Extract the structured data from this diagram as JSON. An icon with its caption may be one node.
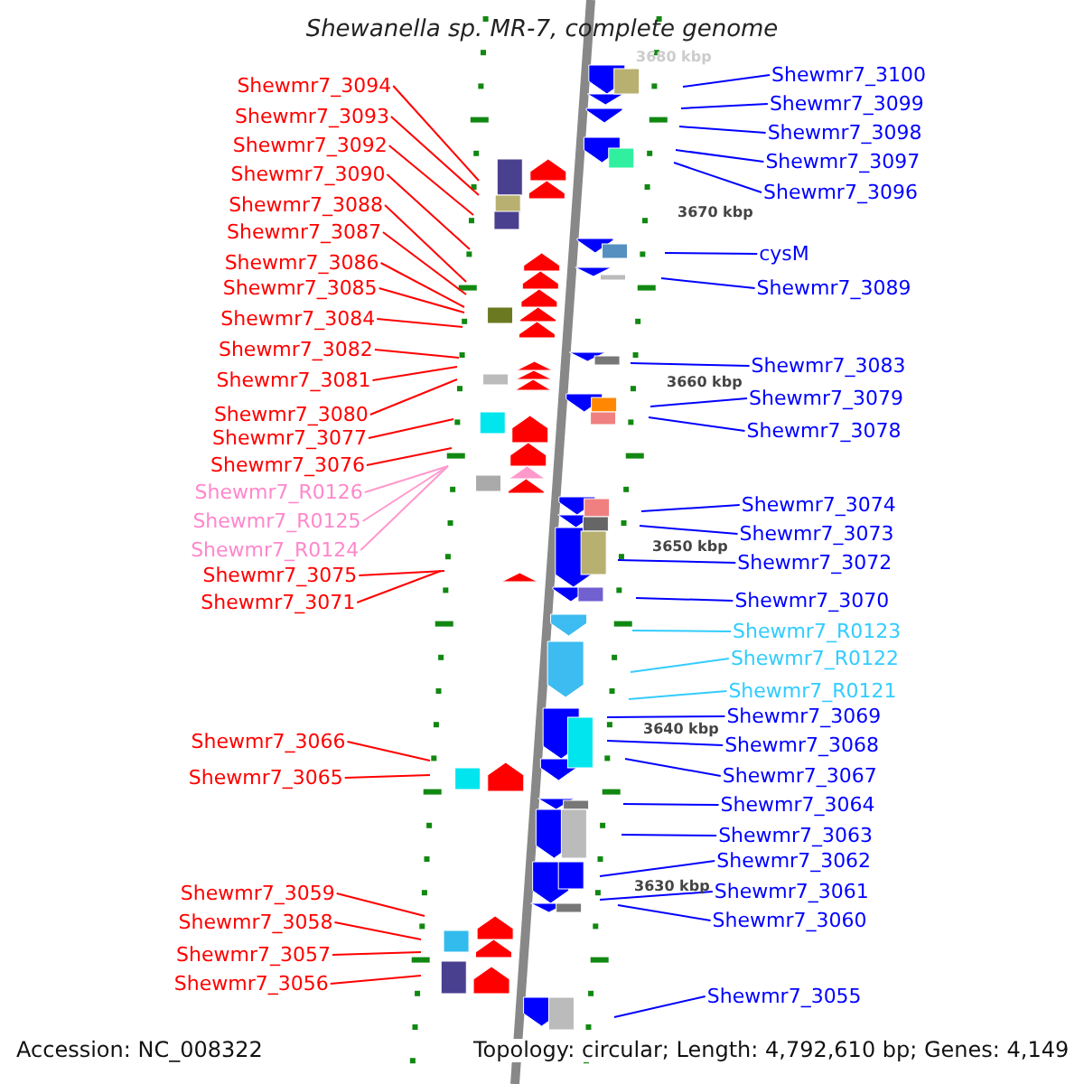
{
  "diagram": {
    "title": "Shewanella sp. MR-7, complete genome",
    "nodes": [
      {
        "text": [
          "Shewmr7_3094"
        ]
      },
      {
        "text": [
          "Shewmr7_3093"
        ]
      },
      {
        "text": [
          "Shewmr7_3092"
        ]
      },
      {
        "text": [
          "Shewmr7_3090"
        ]
      },
      {
        "text": [
          "Shewmr7_3088"
        ]
      },
      {
        "text": [
          "Shewmr7_3087"
        ]
      },
      {
        "text": [
          "Shewmr7_3086"
        ]
      },
      {
        "text": [
          "Shewmr7_3085"
        ]
      },
      {
        "text": [
          "Shewmr7_3084"
        ]
      },
      {
        "text": [
          "Shewmr7_3082"
        ]
      },
      {
        "text": [
          "Shewmr7_3081"
        ]
      },
      {
        "text": [
          "Shewmr7_3080"
        ]
      },
      {
        "text": [
          "Shewmr7_3077"
        ]
      },
      {
        "text": [
          "Shewmr7_3076"
        ]
      },
      {
        "text": [
          "Shewmr7_R0126"
        ]
      },
      {
        "text": [
          "Shewmr7_R0125"
        ]
      },
      {
        "text": [
          "Shewmr7_R0124"
        ]
      },
      {
        "text": [
          "Shewmr7_3075"
        ]
      },
      {
        "text": [
          "Shewmr7_3071"
        ]
      },
      {
        "text": [
          "Shewmr7_3066"
        ]
      },
      {
        "text": [
          "Shewmr7_3065"
        ]
      },
      {
        "text": [
          "Shewmr7_3059"
        ]
      },
      {
        "text": [
          "Shewmr7_3058"
        ]
      },
      {
        "text": [
          "Shewmr7_3057"
        ]
      },
      {
        "text": [
          "Shewmr7_3056"
        ]
      },
      {
        "text": [
          "Shewmr7_3100"
        ]
      },
      {
        "text": [
          "Shewmr7_3099"
        ]
      },
      {
        "text": [
          "Shewmr7_3098"
        ]
      },
      {
        "text": [
          "Shewmr7_3097"
        ]
      },
      {
        "text": [
          "Shewmr7_3096"
        ]
      },
      {
        "text": [
          "cysM"
        ]
      },
      {
        "text": [
          "Shewmr7_3089"
        ]
      },
      {
        "text": [
          "Shewmr7_3083"
        ]
      },
      {
        "text": [
          "Shewmr7_3079"
        ]
      },
      {
        "text": [
          "Shewmr7_3078"
        ]
      },
      {
        "text": [
          "Shewmr7_3074"
        ]
      },
      {
        "text": [
          "Shewmr7_3073"
        ]
      },
      {
        "text": [
          "Shewmr7_3072"
        ]
      },
      {
        "text": [
          "Shewmr7_3070"
        ]
      },
      {
        "text": [
          "Shewmr7_R0123"
        ]
      },
      {
        "text": [
          "Shewmr7_R0122"
        ]
      },
      {
        "text": [
          "Shewmr7_R0121"
        ]
      },
      {
        "text": [
          "Shewmr7_3069"
        ]
      },
      {
        "text": [
          "Shewmr7_3068"
        ]
      },
      {
        "text": [
          "Shewmr7_3067"
        ]
      },
      {
        "text": [
          "Shewmr7_3064"
        ]
      },
      {
        "text": [
          "Shewmr7_3063"
        ]
      },
      {
        "text": [
          "Shewmr7_3062"
        ]
      },
      {
        "text": [
          "Shewmr7_3061"
        ]
      },
      {
        "text": [
          "Shewmr7_3060"
        ]
      },
      {
        "text": [
          "Shewmr7_3055"
        ]
      }
    ],
    "edges": [
      {
        "from": 0,
        "to": null,
        "arrow": "none",
        "color": "#ff0000"
      },
      {
        "from": 1,
        "to": null,
        "arrow": "none",
        "color": "#ff0000"
      },
      {
        "from": 2,
        "to": null,
        "arrow": "none",
        "color": "#ff0000"
      },
      {
        "from": 3,
        "to": null,
        "arrow": "none",
        "color": "#ff0000"
      },
      {
        "from": 4,
        "to": null,
        "arrow": "none",
        "color": "#ff0000"
      },
      {
        "from": 5,
        "to": null,
        "arrow": "none",
        "color": "#ff0000"
      },
      {
        "from": 6,
        "to": null,
        "arrow": "none",
        "color": "#ff0000"
      },
      {
        "from": 7,
        "to": null,
        "arrow": "none",
        "color": "#ff0000"
      },
      {
        "from": 8,
        "to": null,
        "arrow": "none",
        "color": "#ff0000"
      },
      {
        "from": 9,
        "to": null,
        "arrow": "none",
        "color": "#ff0000"
      },
      {
        "from": 10,
        "to": null,
        "arrow": "none",
        "color": "#ff0000"
      },
      {
        "from": 11,
        "to": null,
        "arrow": "none",
        "color": "#ff0000"
      },
      {
        "from": 12,
        "to": null,
        "arrow": "none",
        "color": "#ff0000"
      },
      {
        "from": 13,
        "to": null,
        "arrow": "none",
        "color": "#ff0000"
      },
      {
        "from": 14,
        "to": null,
        "arrow": "none",
        "color": "#ff99cc"
      },
      {
        "from": 15,
        "to": null,
        "arrow": "none",
        "color": "#ff99cc"
      },
      {
        "from": 16,
        "to": null,
        "arrow": "none",
        "color": "#ff99cc"
      },
      {
        "from": 17,
        "to": null,
        "arrow": "none",
        "color": "#ff0000"
      },
      {
        "from": 18,
        "to": null,
        "arrow": "none",
        "color": "#ff0000"
      },
      {
        "from": 19,
        "to": null,
        "arrow": "none",
        "color": "#ff0000"
      },
      {
        "from": 20,
        "to": null,
        "arrow": "none",
        "color": "#ff0000"
      },
      {
        "from": 21,
        "to": null,
        "arrow": "none",
        "color": "#ff0000"
      },
      {
        "from": 22,
        "to": null,
        "arrow": "none",
        "color": "#ff0000"
      },
      {
        "from": 23,
        "to": null,
        "arrow": "none",
        "color": "#ff0000"
      },
      {
        "from": 24,
        "to": null,
        "arrow": "none",
        "color": "#ff0000"
      },
      {
        "from": 25,
        "to": null,
        "arrow": "none"
      },
      {
        "from": 26,
        "to": null,
        "arrow": "none"
      },
      {
        "from": 27,
        "to": null,
        "arrow": "none"
      },
      {
        "from": 28,
        "to": null,
        "arrow": "none"
      },
      {
        "from": 29,
        "to": null,
        "arrow": "none"
      },
      {
        "from": 30,
        "to": null,
        "arrow": "none"
      },
      {
        "from": 31,
        "to": null,
        "arrow": "none"
      },
      {
        "from": 32,
        "to": null,
        "arrow": "none"
      },
      {
        "from": 33,
        "to": null,
        "arrow": "none"
      },
      {
        "from": 34,
        "to": null,
        "arrow": "none"
      },
      {
        "from": 35,
        "to": null,
        "arrow": "none"
      },
      {
        "from": 36,
        "to": null,
        "arrow": "none"
      },
      {
        "from": 37,
        "to": null,
        "arrow": "none"
      },
      {
        "from": 38,
        "to": null,
        "arrow": "none"
      },
      {
        "from": 39,
        "to": null,
        "arrow": "none",
        "color": "#33ccff"
      },
      {
        "from": 40,
        "to": null,
        "arrow": "none",
        "color": "#33ccff"
      },
      {
        "from": 41,
        "to": null,
        "arrow": "none",
        "color": "#33ccff"
      },
      {
        "from": 42,
        "to": null,
        "arrow": "none"
      },
      {
        "from": 43,
        "to": null,
        "arrow": "none"
      },
      {
        "from": 44,
        "to": null,
        "arrow": "none"
      },
      {
        "from": 45,
        "to": null,
        "arrow": "none"
      },
      {
        "from": 46,
        "to": null,
        "arrow": "none"
      },
      {
        "from": 47,
        "to": null,
        "arrow": "none"
      },
      {
        "from": 48,
        "to": null,
        "arrow": "none"
      },
      {
        "from": 49,
        "to": null,
        "arrow": "none"
      },
      {
        "from": 50,
        "to": null,
        "arrow": "none"
      }
    ],
    "labels": [
      "3680 kbp",
      "3670 kbp",
      "3660 kbp",
      "3650 kbp",
      "3640 kbp",
      "3630 kbp",
      "Accession: NC_008322",
      "Topology: circular; Length: 4,792,610 bp; Genes: 4,149"
    ]
  }
}
